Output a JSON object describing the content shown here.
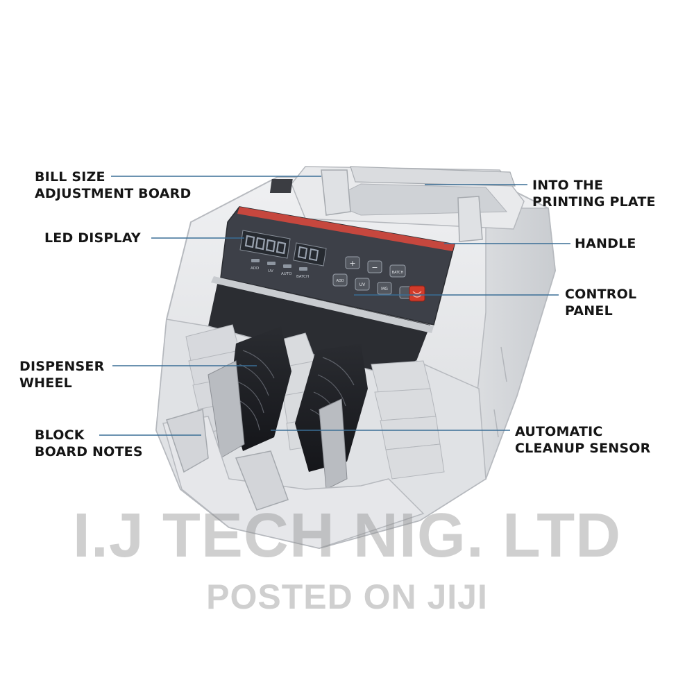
{
  "labels": {
    "bill_size": [
      "BILL SIZE",
      "ADJUSTMENT BOARD"
    ],
    "printing_plate": [
      "INTO THE",
      "PRINTING PLATE"
    ],
    "led_display": [
      "LED DISPLAY"
    ],
    "handle": [
      "HANDLE"
    ],
    "control_panel": [
      "CONTROL",
      "PANEL"
    ],
    "dispenser_wheel": [
      "DISPENSER",
      "WHEEL"
    ],
    "block_board": [
      "BLOCK",
      "BOARD NOTES"
    ],
    "cleanup_sensor": [
      "AUTOMATIC",
      "CLEANUP SENSOR"
    ]
  },
  "panel_keys": {
    "plus": "+",
    "minus": "−",
    "batch": "BATCH",
    "add": "ADD",
    "uv": "UV",
    "mg": "MG"
  },
  "panel_indicators": [
    "ADD",
    "UV",
    "AUTO",
    "BATCH"
  ],
  "watermark": {
    "line1": "I.J TECH NIG. LTD",
    "line2": "POSTED ON JIJI"
  },
  "colors": {
    "body": "#e4e5e7",
    "panel": "#3d4048",
    "led_segment": "#9aa3b0",
    "accent_stripe": "#c6473e",
    "leader_line": "#3a6e96",
    "power_button": "#d23b2a"
  }
}
